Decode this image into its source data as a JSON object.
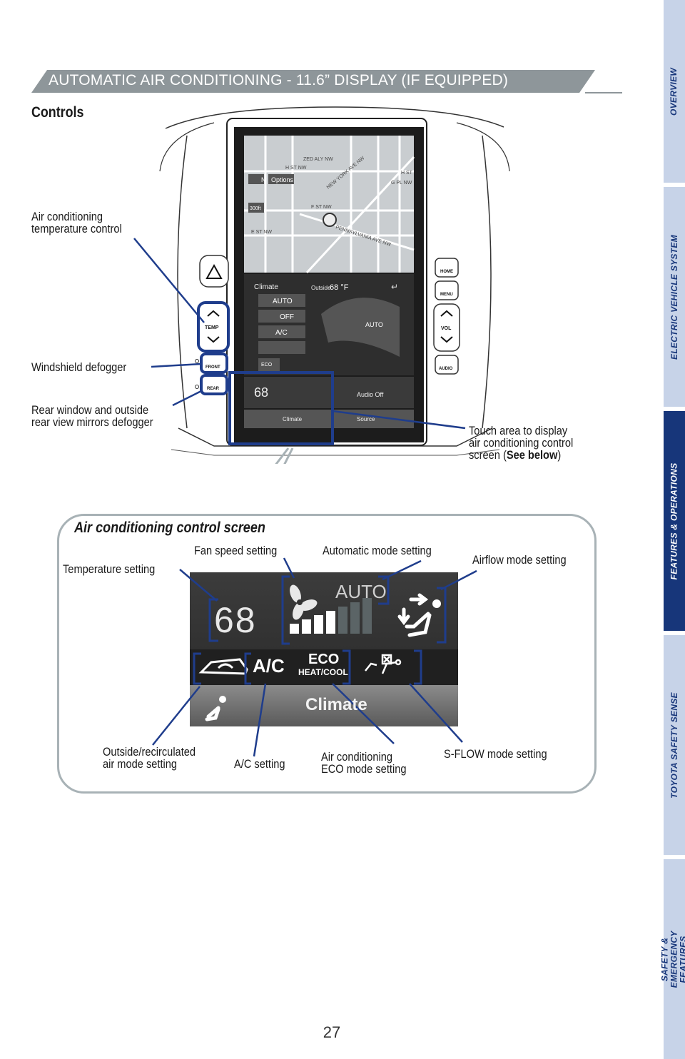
{
  "header": {
    "title": "AUTOMATIC AIR CONDITIONING - 11.6” DISPLAY (IF EQUIPPED)",
    "section": "Controls"
  },
  "callouts": {
    "temp_control": "Air conditioning\ntemperature control",
    "windshield": "Windshield defogger",
    "rear_window": "Rear window and outside\nrear view mirrors defogger",
    "touch_area_pre": "Touch area to display\nair conditioning control\nscreen (",
    "touch_area_bold": "See below",
    "touch_area_post": ")"
  },
  "screen": {
    "buttons": {
      "home": "HOME",
      "menu": "MENU",
      "vol": "VOL",
      "audio": "AUDIO",
      "temp": "TEMP",
      "front": "FRONT",
      "rear": "REAR"
    },
    "climate_title": "Climate",
    "outside_label": "Outside",
    "outside_temp": "68 °F",
    "auto_btn": "AUTO",
    "off_btn": "OFF",
    "ac_btn": "A/C",
    "eco_btn": "ECO",
    "temp_value": "68",
    "audio_off": "Audio Off",
    "bottom_left": "Climate",
    "bottom_right": "Source",
    "map_options": "Options",
    "map_n": "N",
    "map_scale": "300ft",
    "streets": [
      "H ST NW",
      "F ST NW",
      "E ST NW",
      "PENNSYLVANIA AVE NW",
      "NEW YORK AVE NW",
      "ZED ALY NW",
      "G PL NW",
      "H ST"
    ]
  },
  "panel": {
    "title": "Air conditioning control screen",
    "temp": "68",
    "auto": "AUTO",
    "ac": "A/C",
    "eco": "ECO",
    "eco_sub": "HEAT/COOL",
    "climate": "Climate",
    "labels": {
      "temperature": "Temperature setting",
      "fan": "Fan speed setting",
      "automatic": "Automatic mode setting",
      "airflow": "Airflow mode setting",
      "outside": "Outside/recirculated\nair mode setting",
      "ac": "A/C setting",
      "eco": "Air conditioning\nECO mode setting",
      "sflow": "S-FLOW mode setting"
    },
    "fan_level": 4,
    "fan_max": 7
  },
  "sidebar": {
    "tabs": [
      {
        "label": "OVERVIEW",
        "active": false
      },
      {
        "label": "ELECTRIC VEHICLE SYSTEM",
        "active": false
      },
      {
        "label": "FEATURES & OPERATIONS",
        "active": true
      },
      {
        "label": "TOYOTA SAFETY SENSE",
        "active": false
      },
      {
        "label": "SAFETY &\nEMERGENCY FEATURES",
        "active": false
      }
    ]
  },
  "page_number": "27",
  "colors": {
    "accent_blue": "#17367a",
    "tab_light": "#c7d3e8",
    "banner_gray": "#8e969a",
    "callout_line": "#1f3d8c"
  }
}
